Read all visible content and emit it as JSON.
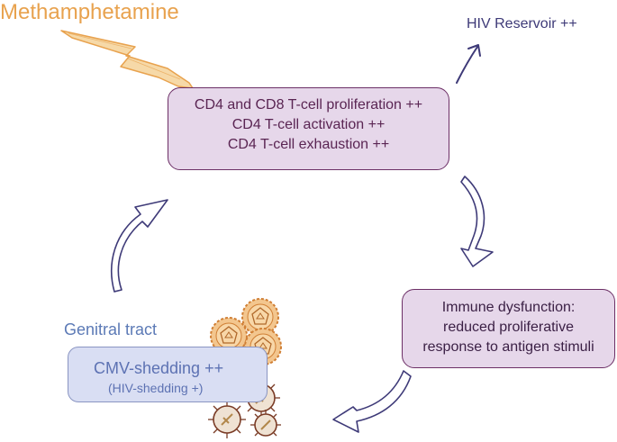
{
  "title": "Methamphetamine",
  "hiv_reservoir": "HIV Reservoir ++",
  "tcell_box": {
    "line1": "CD4 and CD8 T-cell proliferation ++",
    "line2": "CD4 T-cell  activation ++",
    "line3": "CD4 T-cell exhaustion ++"
  },
  "immune_box": {
    "line1": "Immune dysfunction:",
    "line2": "reduced proliferative",
    "line3": "response to antigen stimuli"
  },
  "genital_tract": "Genitral tract",
  "cmv_box": {
    "line1": "CMV-shedding  ++",
    "line2": "(HIV-shedding +)"
  },
  "colors": {
    "methamphetamine": "#e8a24e",
    "box_fill": "#e6d7ea",
    "box_border": "#6c2f66",
    "cmv_fill": "#d9def3",
    "genital_text": "#5c7ab6",
    "arrow": "#3e3a78"
  },
  "icons": [
    "lightning-arrow-icon",
    "curved-arrow-icon",
    "virus-particle-icon"
  ]
}
